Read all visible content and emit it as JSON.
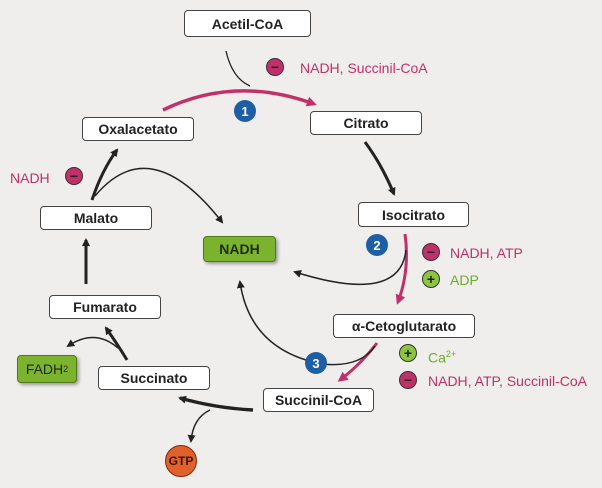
{
  "metabolites": {
    "acetil_coa": "Acetil-CoA",
    "citrato": "Citrato",
    "oxalacetato": "Oxalacetato",
    "isocitrato": "Isocitrato",
    "malato": "Malato",
    "alfa_cetoglutarato": "α-Cetoglutarato",
    "fumarato": "Fumarato",
    "succinato": "Succinato",
    "succinil_coa": "Succinil-CoA"
  },
  "products": {
    "nadh": "NADH",
    "fadh2": "FADH",
    "fadh2_sub": "2",
    "gtp": "GTP"
  },
  "steps": [
    "1",
    "2",
    "3"
  ],
  "regulators": {
    "step1_inhibitors": "NADH, Succinil-CoA",
    "malate_inhibitor": "NADH",
    "step2_inhibitors": "NADH, ATP",
    "step2_activators": "ADP",
    "step3_activator": "Ca",
    "step3_activator_sup": "2+",
    "step3_inhibitors": "NADH, ATP, Succinil-CoA",
    "minus": "−",
    "plus": "+"
  },
  "colors": {
    "inhibition": "#c2306a",
    "activation": "#8cc63f",
    "step_badge": "#1d5ea4",
    "product": "#7bb32e",
    "gtp": "#e0612a"
  }
}
